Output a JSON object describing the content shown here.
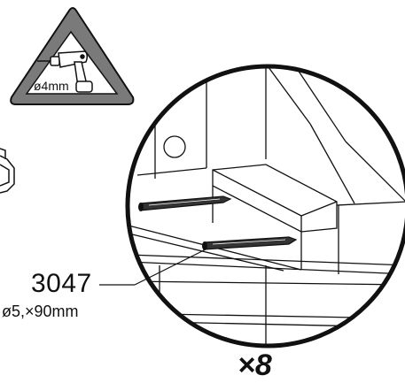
{
  "warning": {
    "drill_size": "ø4mm"
  },
  "callout": {
    "part_number": "3047",
    "screw_spec": "ø5,×90mm"
  },
  "quantity": "×8",
  "colors": {
    "stroke": "#111111",
    "triangle_fill": "#7a7a7a",
    "background": "#ffffff"
  }
}
